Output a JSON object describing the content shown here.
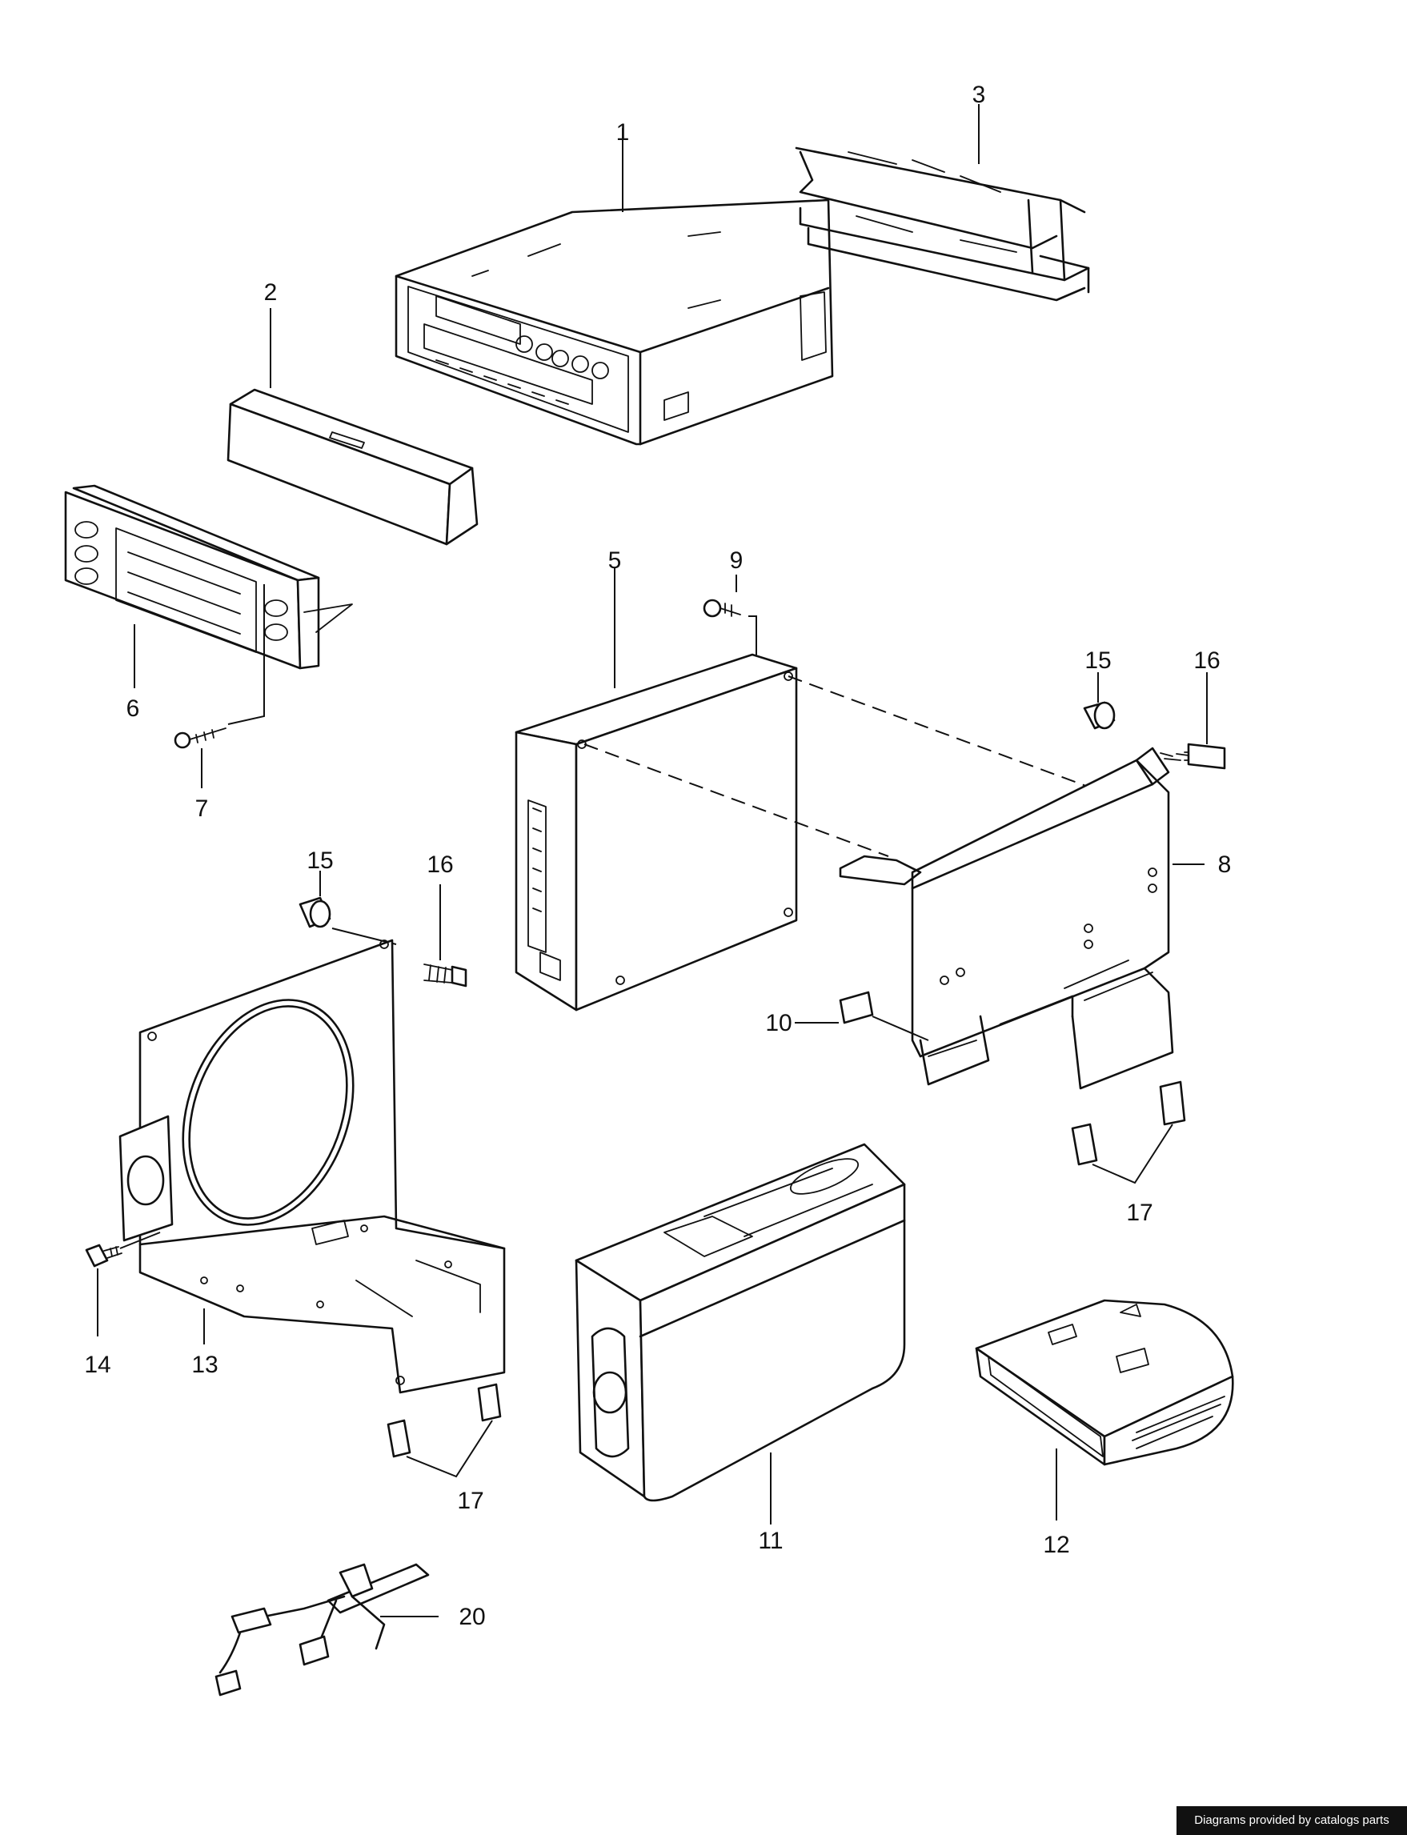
{
  "diagram": {
    "callouts": {
      "c1": "1",
      "c2": "2",
      "c3": "3",
      "c5": "5",
      "c6": "6",
      "c7": "7",
      "c8": "8",
      "c9": "9",
      "c10": "10",
      "c11": "11",
      "c12": "12",
      "c13": "13",
      "c14": "14",
      "c15a": "15",
      "c15b": "15",
      "c16a": "16",
      "c16b": "16",
      "c17a": "17",
      "c17b": "17",
      "c20": "20"
    }
  },
  "credit": {
    "text": "Diagrams provided by catalogs parts"
  },
  "colors": {
    "ink": "#111111",
    "background": "#ffffff",
    "credit_bg": "#111111",
    "credit_text": "#ffffff"
  }
}
